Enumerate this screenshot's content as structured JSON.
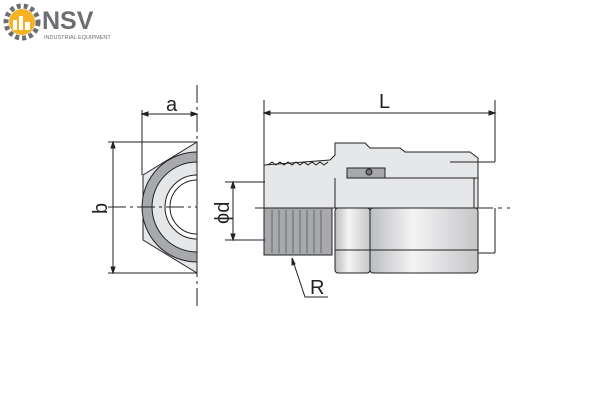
{
  "logo": {
    "name": "NSV",
    "tagline": "INDUSTRIAL EQUIPMENT",
    "accent": "#f5b324",
    "gray": "#6d6e71"
  },
  "dimensions": {
    "a": "a",
    "b": "b",
    "L": "L",
    "d": "ϕd",
    "R": "R"
  },
  "colors": {
    "line": "#222222",
    "body": "#e6e7e9",
    "shade": "#a7a9ac"
  }
}
